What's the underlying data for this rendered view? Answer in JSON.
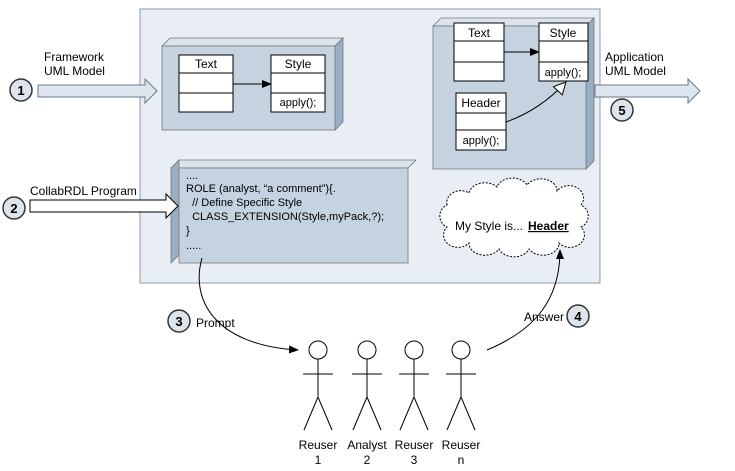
{
  "labels": {
    "framework_line1": "Framework",
    "framework_line2": "UML Model",
    "program": "CollabRDL Program",
    "application_line1": "Application",
    "application_line2": "UML Model",
    "prompt": "Prompt",
    "answer": "Answer"
  },
  "steps": [
    "1",
    "2",
    "3",
    "4",
    "5"
  ],
  "framework_model": {
    "text_class": "Text",
    "style_class": "Style",
    "style_method": "apply();"
  },
  "application_model": {
    "text_class": "Text",
    "style_class": "Style",
    "style_method": "apply();",
    "header_class": "Header",
    "header_method": "apply();"
  },
  "code_lines": [
    "....",
    "ROLE (analyst, “a comment”){.",
    "  // Define Specific Style",
    "  CLASS_EXTENSION(Style,myPack,?);",
    "}",
    "....."
  ],
  "thought": {
    "prefix": "My Style is...",
    "answer": "Header"
  },
  "actors": [
    {
      "line1": "Reuser",
      "line2": "1"
    },
    {
      "line1": "Analyst",
      "line2": "2"
    },
    {
      "line1": "Reuser",
      "line2": "3"
    },
    {
      "line1": "Reuser",
      "line2": "n"
    }
  ],
  "colors": {
    "panel_bg": "#e8eef4",
    "box_face": "#c5d3e0",
    "box_side": "#98aec4",
    "arrow_fill": "#dde6ee",
    "circle_fill": "#dde4ec"
  }
}
